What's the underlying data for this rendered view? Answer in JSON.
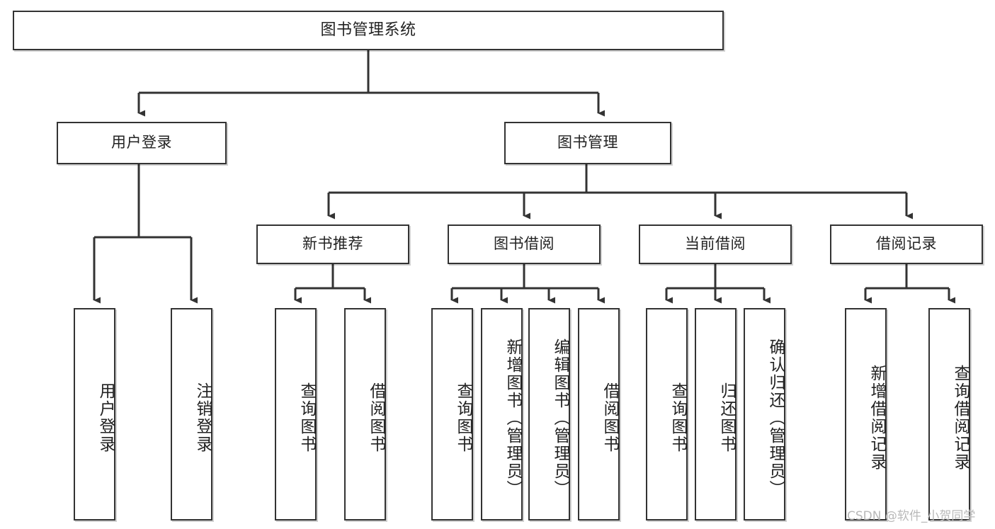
{
  "diagram": {
    "type": "tree-hierarchy",
    "title": "图书管理系统",
    "orientation": "top-down",
    "colors": {
      "box_border": "#333333",
      "box_fill": "#ffffff",
      "edge": "#333333",
      "text": "#222222",
      "watermark": "#b9b9b9"
    },
    "watermark": "CSDN @软件_小贺同学"
  },
  "nodes": {
    "root": {
      "label": "图书管理系统",
      "level": 1
    },
    "level2": [
      {
        "id": "user-login",
        "label": "用户登录"
      },
      {
        "id": "book-manage",
        "label": "图书管理"
      }
    ],
    "level3": [
      {
        "id": "new-book-recommend",
        "label": "新书推荐",
        "parent": "book-manage"
      },
      {
        "id": "book-borrow",
        "label": "图书借阅",
        "parent": "book-manage"
      },
      {
        "id": "current-borrow",
        "label": "当前借阅",
        "parent": "book-manage"
      },
      {
        "id": "borrow-record",
        "label": "借阅记录",
        "parent": "book-manage"
      }
    ],
    "leaves": [
      {
        "id": "leaf-user-login",
        "label": "用户登录",
        "parent": "user-login"
      },
      {
        "id": "leaf-user-logout",
        "label": "注销登录",
        "parent": "user-login"
      },
      {
        "id": "leaf-query-book-1",
        "label": "查询图书",
        "parent": "new-book-recommend"
      },
      {
        "id": "leaf-borrow-book-1",
        "label": "借阅图书",
        "parent": "new-book-recommend"
      },
      {
        "id": "leaf-query-book-2",
        "label": "查询图书",
        "parent": "book-borrow"
      },
      {
        "id": "leaf-add-book",
        "label": "新增图书（管理员）",
        "parent": "book-borrow"
      },
      {
        "id": "leaf-edit-book",
        "label": "编辑图书（管理员）",
        "parent": "book-borrow"
      },
      {
        "id": "leaf-borrow-book-2",
        "label": "借阅图书",
        "parent": "book-borrow"
      },
      {
        "id": "leaf-query-book-3",
        "label": "查询图书",
        "parent": "current-borrow"
      },
      {
        "id": "leaf-return-book",
        "label": "归还图书",
        "parent": "current-borrow"
      },
      {
        "id": "leaf-confirm-return",
        "label": "确认归还（管理员）",
        "parent": "current-borrow"
      },
      {
        "id": "leaf-add-record",
        "label": "新增借阅记录",
        "parent": "borrow-record"
      },
      {
        "id": "leaf-query-record",
        "label": "查询借阅记录",
        "parent": "borrow-record"
      }
    ]
  }
}
